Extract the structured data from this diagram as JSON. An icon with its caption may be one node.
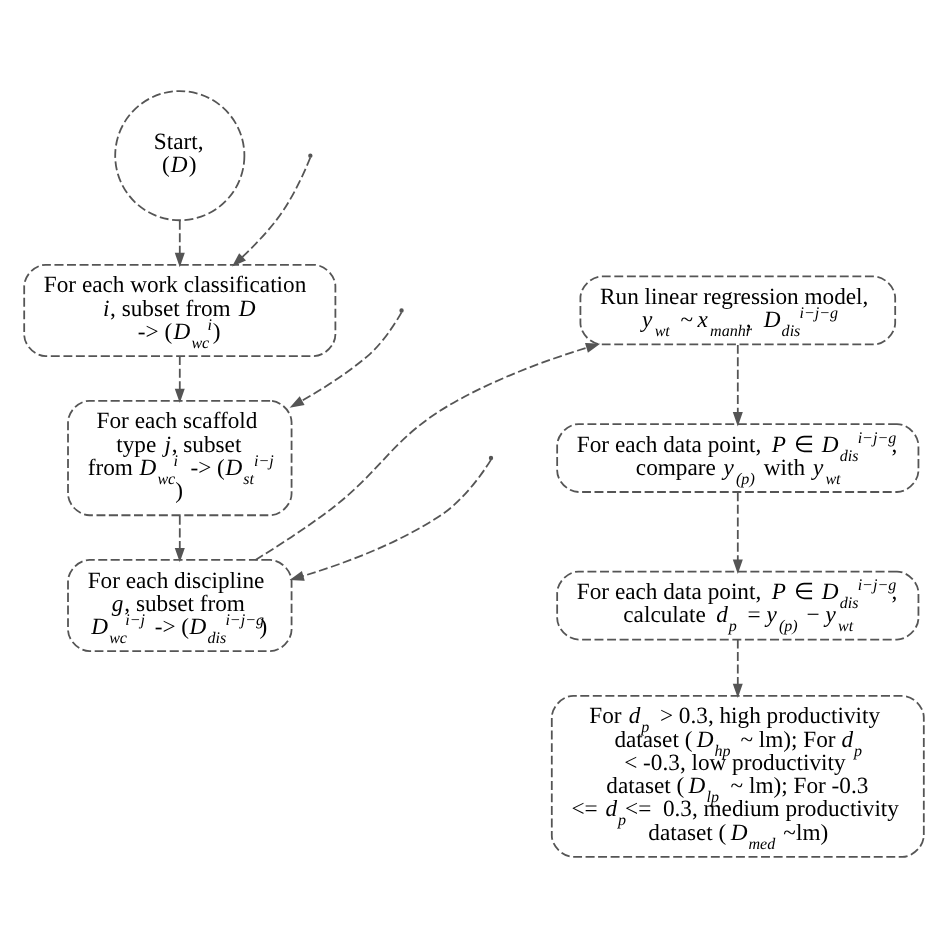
{
  "diagram": {
    "nodes": [
      {
        "text": [
          "Start, (*D*)"
        ]
      },
      {
        "text": [
          "For each work classification *i*, subset from *D* -> (*D*$_{wc}$$^{i}$)"
        ]
      },
      {
        "text": [
          "For each scaffold type *j*, subset from *D*$_{wc}$$^{i}$ -> (*D*$_{st}$$^{i−j}$ )"
        ]
      },
      {
        "text": [
          "For each discipline *g*, subset from *D*$_{wc}$$^{i−j}$ -> (*D*$_{dis}$$^{i−j−g}$)"
        ]
      },
      {
        "text": [
          "Run linear regression model, *y*$_{wt}$ ~ *x*$_{manhr}$, *D*$_{dis}$$^{i−j−g}$"
        ]
      },
      {
        "text": [
          "For each data point, *P* ∈ *D*$_{dis}$$^{i−j−g}$, compare *y*$_{(p)}$ with *y*$_{wt}$"
        ]
      },
      {
        "text": [
          "For each data point, *P* ∈ *D*$_{dis}$$^{i−j−g}$, calculate *d*$_{p}$ = *y*$_{(p)}$ − *y*$_{wt}$"
        ]
      },
      {
        "text": [
          "For *d*$_{p}$ > 0.3, high productivity dataset (*D*$_{hp}$ ~ lm); For *d*$_{p}$ < -0.3, low productivity dataset (*D*$_{lp}$ ~ lm); For -0.3 <= *d*$_{p}$<= 0.3, medium productivity dataset (*D*$_{med}$ ~lm)"
        ]
      }
    ],
    "edges": [
      {
        "from": 0,
        "to": 1,
        "arrow": "to",
        "style": "dashed"
      },
      {
        "from": 1,
        "to": 2,
        "arrow": "to",
        "style": "dashed"
      },
      {
        "from": 2,
        "to": 3,
        "arrow": "to",
        "style": "dashed"
      },
      {
        "from": 3,
        "to": 4,
        "arrow": "to",
        "style": "dashed"
      },
      {
        "from": 4,
        "to": 5,
        "arrow": "to",
        "style": "dashed"
      },
      {
        "from": 5,
        "to": 6,
        "arrow": "to",
        "style": "dashed"
      },
      {
        "from": 6,
        "to": 7,
        "arrow": "to",
        "style": "dashed"
      },
      {
        "from": null,
        "to": 1,
        "arrow": "to",
        "style": "dashed"
      },
      {
        "from": null,
        "to": 2,
        "arrow": "to",
        "style": "dashed"
      },
      {
        "from": null,
        "to": 3,
        "arrow": "to",
        "style": "dashed"
      }
    ]
  }
}
